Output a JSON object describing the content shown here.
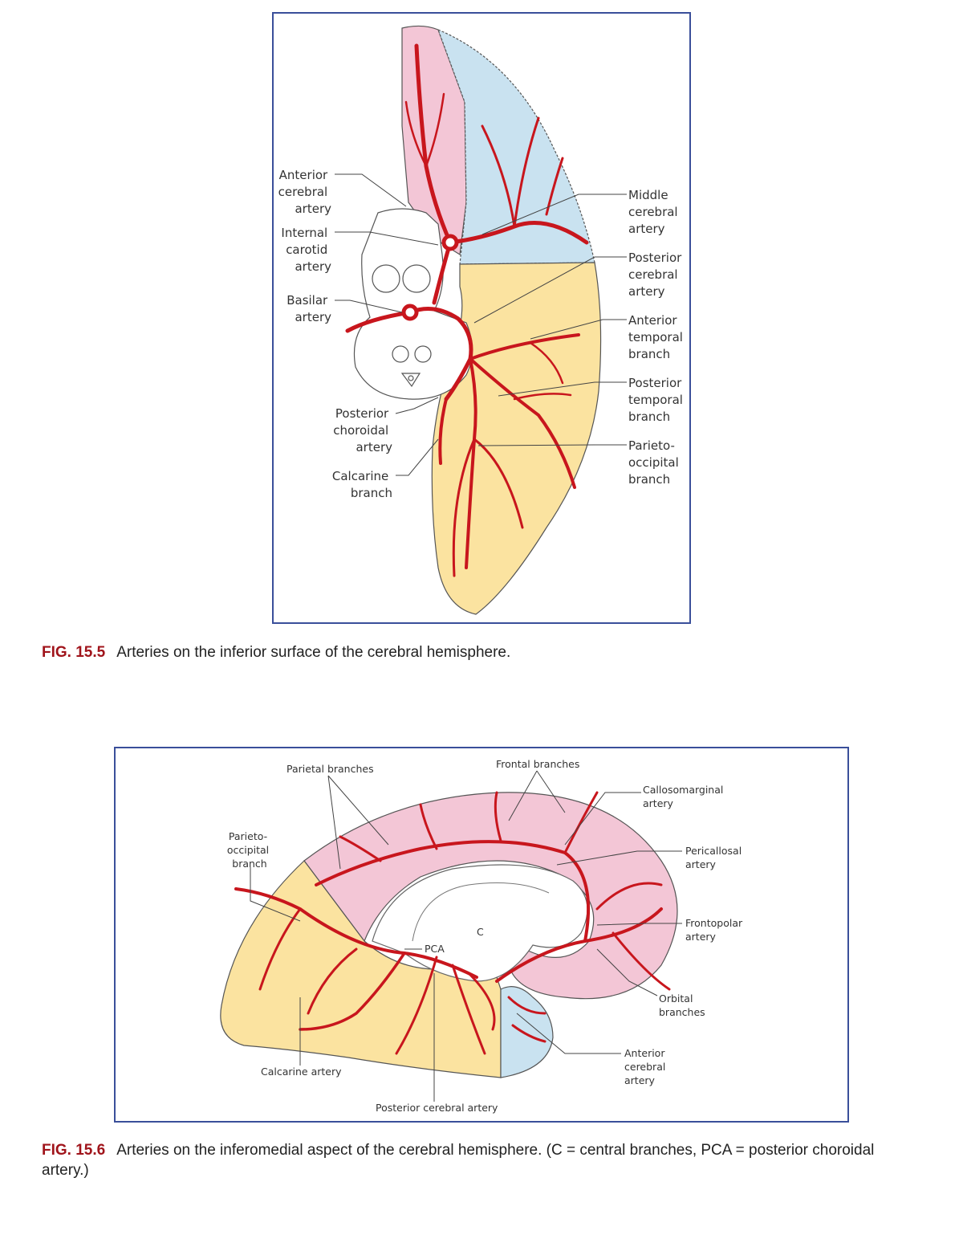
{
  "figure1": {
    "labels": {
      "anterior_cerebral": [
        "Anterior",
        "cerebral",
        "artery"
      ],
      "internal_carotid": [
        "Internal",
        "carotid",
        "artery"
      ],
      "basilar": [
        "Basilar",
        "artery"
      ],
      "posterior_choroidal": [
        "Posterior",
        "choroidal",
        "artery"
      ],
      "calcarine": [
        "Calcarine",
        "branch"
      ],
      "middle_cerebral": [
        "Middle",
        "cerebral",
        "artery"
      ],
      "posterior_cerebral": [
        "Posterior",
        "cerebral",
        "artery"
      ],
      "anterior_temporal": [
        "Anterior",
        "temporal",
        "branch"
      ],
      "posterior_temporal": [
        "Posterior",
        "temporal",
        "branch"
      ],
      "parieto_occipital": [
        "Parieto-",
        "occipital",
        "branch"
      ]
    },
    "caption_number": "FIG. 15.5",
    "caption_text": "Arteries on the inferior surface of the cerebral hemisphere."
  },
  "figure2": {
    "labels": {
      "parietal_branches": "Parietal branches",
      "frontal_branches": "Frontal branches",
      "callosomarginal": [
        "Callosomarginal",
        "artery"
      ],
      "pericallosal": [
        "Pericallosal",
        "artery"
      ],
      "frontopolar": [
        "Frontopolar",
        "artery"
      ],
      "orbital": [
        "Orbital",
        "branches"
      ],
      "anterior_cerebral": [
        "Anterior",
        "cerebral",
        "artery"
      ],
      "parieto_occipital": [
        "Parieto-",
        "occipital",
        "branch"
      ],
      "calcarine_artery": "Calcarine artery",
      "posterior_cerebral_artery": "Posterior cerebral artery",
      "pca": "PCA",
      "c": "C"
    },
    "caption_number": "FIG. 15.6",
    "caption_text": "Arteries on the inferomedial aspect of the cerebral hemisphere. (C = central branches, PCA = posterior choroidal artery.)"
  },
  "colors": {
    "artery": "#c8161d",
    "aca_territory": "#f3c6d6",
    "mca_territory": "#c9e2f0",
    "pca_territory": "#fbe3a0",
    "frame": "#3a4f9a",
    "fig_number": "#a0141b"
  }
}
